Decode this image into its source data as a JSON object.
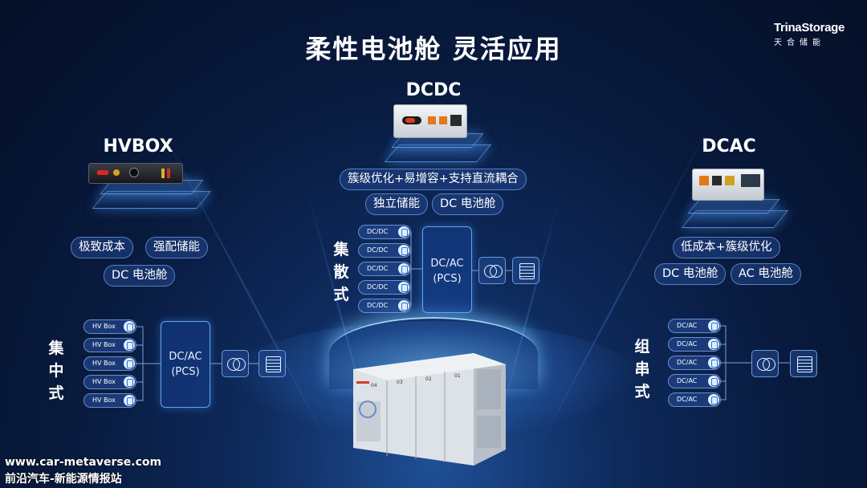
{
  "title": "柔性电池舱 灵活应用",
  "brand": {
    "name": "TrinaStorage",
    "sub": "天合储能"
  },
  "products": {
    "hvbox": {
      "title": "HVBOX",
      "tags": [
        "极致成本",
        "强配储能",
        "DC 电池舱"
      ]
    },
    "dcdc": {
      "title": "DCDC",
      "tags": [
        "簇级优化+易增容+支持直流耦合",
        "独立储能",
        "DC 电池舱"
      ]
    },
    "dcac": {
      "title": "DCAC",
      "tags": [
        "低成本+簇级优化",
        "DC 电池舱",
        "AC 电池舱"
      ]
    }
  },
  "topologies": {
    "centralized": {
      "label": [
        "集",
        "中",
        "式"
      ],
      "module_label": "HV Box",
      "pcs": [
        "DC/AC",
        "(PCS)"
      ]
    },
    "distributed": {
      "label": [
        "集",
        "散",
        "式"
      ],
      "module_label": "DC/DC",
      "pcs": [
        "DC/AC",
        "(PCS)"
      ]
    },
    "string": {
      "label": [
        "组",
        "串",
        "式"
      ],
      "module_label": "DC/AC"
    }
  },
  "container_labels": [
    "04",
    "03",
    "02",
    "01"
  ],
  "watermark": {
    "url": "www.car-metaverse.com",
    "name": "前沿汽车-新能源情报站"
  },
  "colors": {
    "background": "#081a3d",
    "accent": "#4f9bff",
    "pill_border": "#78aaeb"
  }
}
